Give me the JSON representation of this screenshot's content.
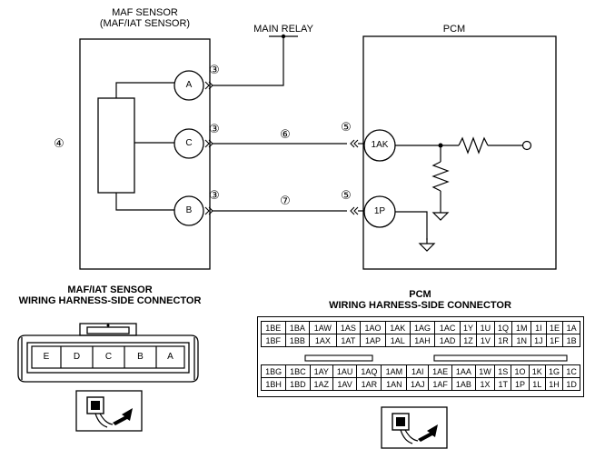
{
  "maf": {
    "title_line1": "MAF SENSOR",
    "title_line2": "(MAF/IAT SENSOR)",
    "pins": [
      "A",
      "C",
      "B"
    ],
    "body_marker": "④"
  },
  "main_relay": "MAIN RELAY",
  "pcm": {
    "title": "PCM",
    "pins": [
      "1AK",
      "1P"
    ]
  },
  "markers": {
    "a_wire": "③",
    "c_wire": "③",
    "b_wire": "③",
    "c_line": "⑥",
    "b_line": "⑦",
    "pcm_1ak": "⑤",
    "pcm_1p": "⑤"
  },
  "maf_connector": {
    "title_line1": "MAF/IAT SENSOR",
    "title_line2": "WIRING HARNESS-SIDE CONNECTOR",
    "pins": [
      "E",
      "D",
      "C",
      "B",
      "A"
    ]
  },
  "pcm_connector": {
    "title_line1": "PCM",
    "title_line2": "WIRING HARNESS-SIDE CONNECTOR",
    "top_rows": [
      [
        "1BE",
        "1BA",
        "1AW",
        "1AS",
        "1AO",
        "1AK",
        "1AG",
        "1AC",
        "1Y",
        "1U",
        "1Q",
        "1M",
        "1I",
        "1E",
        "1A"
      ],
      [
        "1BF",
        "1BB",
        "1AX",
        "1AT",
        "1AP",
        "1AL",
        "1AH",
        "1AD",
        "1Z",
        "1V",
        "1R",
        "1N",
        "1J",
        "1F",
        "1B"
      ]
    ],
    "bottom_rows": [
      [
        "1BG",
        "1BC",
        "1AY",
        "1AU",
        "1AQ",
        "1AM",
        "1AI",
        "1AE",
        "1AA",
        "1W",
        "1S",
        "1O",
        "1K",
        "1G",
        "1C"
      ],
      [
        "1BH",
        "1BD",
        "1AZ",
        "1AV",
        "1AR",
        "1AN",
        "1AJ",
        "1AF",
        "1AB",
        "1X",
        "1T",
        "1P",
        "1L",
        "1H",
        "1D"
      ]
    ]
  }
}
